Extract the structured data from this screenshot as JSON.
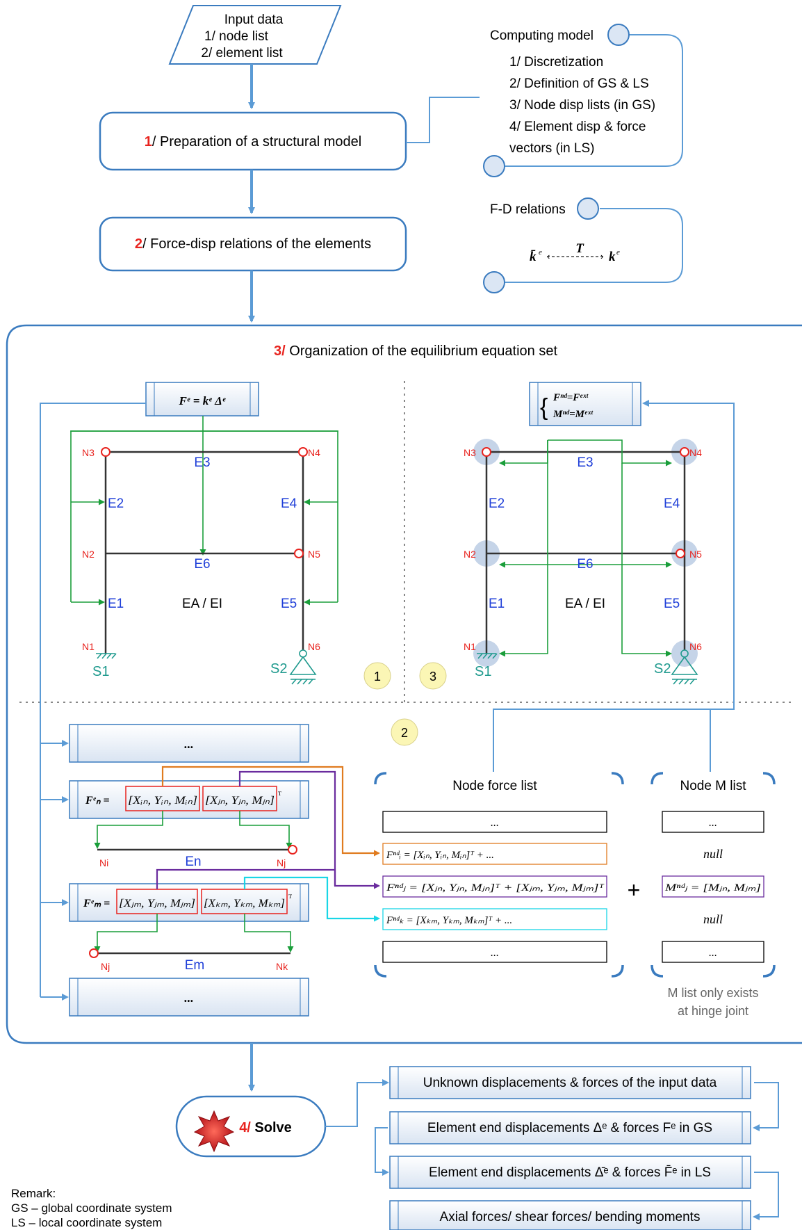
{
  "input_box": {
    "title": "Input data",
    "line1": "1/ node list",
    "line2": "2/ element list"
  },
  "step1": {
    "num": "1",
    "text": "/ Preparation of a structural  model"
  },
  "step2": {
    "num": "2",
    "text": "/ Force-disp relations of the elements"
  },
  "step3": {
    "num": "3/",
    "text": " Organization of the equilibrium equation set"
  },
  "step4": {
    "num": "4/",
    "text": " Solve"
  },
  "computing_model": {
    "title": "Computing model",
    "items": [
      "1/ Discretization",
      "2/ Definition of GS & LS",
      "3/ Node disp lists (in GS)",
      "4/ Element disp & force",
      "vectors (in LS)"
    ]
  },
  "fd_relations": {
    "title": "F-D relations",
    "formula_left": "k̄",
    "formula_arrow_label": "T",
    "formula_right": "k"
  },
  "frame_left": {
    "formula": "Fᵉ = kᵉ Δᵉ",
    "nodes": [
      "N3",
      "N4",
      "N2",
      "N5",
      "N1",
      "N6"
    ],
    "elements": [
      "E3",
      "E2",
      "E4",
      "E6",
      "E1",
      "E5"
    ],
    "material": "EA / EI",
    "supports": [
      "S1",
      "S2"
    ]
  },
  "frame_right": {
    "formula_top": "Fⁿᵈ=Fᵉˣᵗ",
    "formula_bottom": "Mⁿᵈ=Mᵉˣᵗ",
    "nodes": [
      "N3",
      "N4",
      "N2",
      "N5",
      "N1",
      "N6"
    ],
    "elements": [
      "E3",
      "E2",
      "E4",
      "E6",
      "E1",
      "E5"
    ],
    "material": "EA / EI",
    "supports": [
      "S1",
      "S2"
    ]
  },
  "badges": [
    "1",
    "3",
    "2"
  ],
  "element_vectors": {
    "ellipsis": "...",
    "fen_label": "Fᵉₙ =",
    "fen_i": "[Xᵢₙ, Yᵢₙ, Mᵢₙ]",
    "fen_j": "[Xⱼₙ, Yⱼₙ, Mⱼₙ]",
    "fen_T": "ᵀ",
    "fem_label": "Fᵉₘ =",
    "fem_j": "[Xⱼₘ, Yⱼₘ, Mⱼₘ]",
    "fem_k": "[Xₖₘ, Yₖₘ, Mₖₘ]",
    "fem_T": "ᵀ",
    "en": {
      "left": "Ni",
      "name": "En",
      "right": "Nj"
    },
    "em": {
      "left": "Nj",
      "name": "Em",
      "right": "Nk"
    }
  },
  "node_force_list": {
    "title": "Node force list",
    "rows": [
      "...",
      "Fⁿᵈᵢ = [Xᵢₙ, Yᵢₙ, Mᵢₙ]ᵀ + ...",
      "Fⁿᵈⱼ = [Xⱼₙ, Yⱼₙ, Mⱼₙ]ᵀ + [Xⱼₘ, Yⱼₘ, Mⱼₘ]ᵀ",
      "Fⁿᵈₖ = [Xₖₘ, Yₖₘ, Mₖₘ]ᵀ + ...",
      "..."
    ],
    "row_colors": [
      "#000000",
      "#e07b1f",
      "#6a2c9e",
      "#19d6e6",
      "#000000"
    ]
  },
  "plus": "+",
  "node_m_list": {
    "title": "Node M list",
    "rows": [
      "...",
      "null",
      "Mⁿᵈⱼ = [Mⱼₙ, Mⱼₘ]",
      "null",
      "..."
    ],
    "note1": "M list only exists",
    "note2": "at hinge joint"
  },
  "solve_outputs": [
    "Unknown displacements & forces of the input data",
    "Element end displacements Δᵉ & forces Fᵉ in GS",
    "Element end displacements Δ̄ᵉ & forces F̄ᵉ in LS",
    "Axial forces/ shear forces/ bending moments"
  ],
  "remark": {
    "title": "Remark:",
    "line1": "GS  –  global coordinate system",
    "line2": "LS  –  local coordinate system"
  },
  "colors": {
    "flow_blue": "#5b9bd5",
    "box_border": "#3a7bbf",
    "red": "#e8231e",
    "node_blue": "#1f3fd8",
    "green": "#1a9e3a",
    "teal": "#1f9a8e"
  }
}
